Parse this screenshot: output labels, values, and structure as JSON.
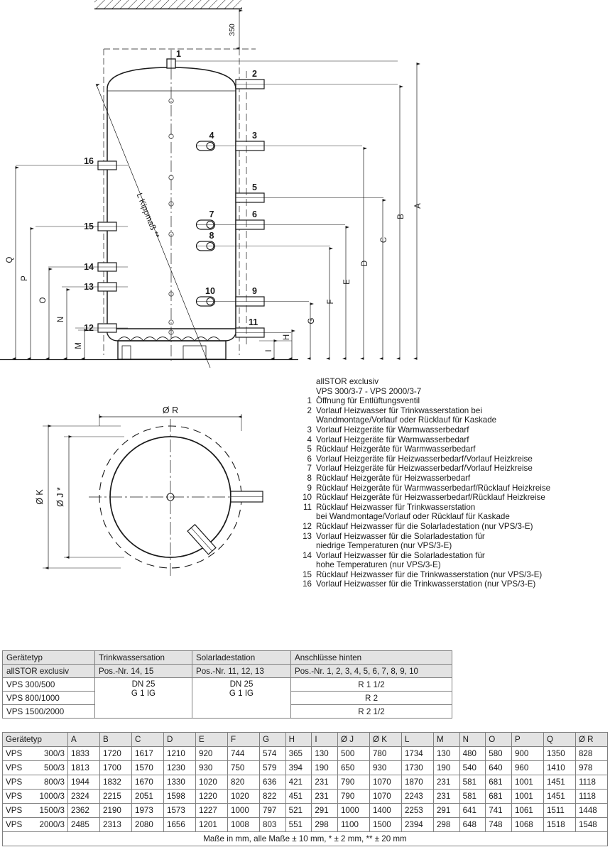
{
  "drawing": {
    "top_gap_label": "350",
    "tilt_label": "L Kippmaß **",
    "right_dims": [
      "A",
      "B",
      "C",
      "D",
      "E",
      "F",
      "G",
      "H",
      "I"
    ],
    "left_dims": [
      "Q",
      "P",
      "O",
      "N",
      "M"
    ],
    "port_numbers_left": [
      "16",
      "15",
      "14",
      "13",
      "12"
    ],
    "port_numbers_right": [
      "1",
      "2",
      "3",
      "4",
      "5",
      "6",
      "7",
      "8",
      "9",
      "10",
      "11"
    ],
    "top_view": {
      "diameter_r": "Ø R",
      "diameter_k": "Ø K",
      "diameter_j": "Ø J *"
    }
  },
  "legend": {
    "title1": "allSTOR exclusiv",
    "title2": "VPS 300/3-7 - VPS 2000/3-7",
    "items": [
      {
        "num": "1",
        "lines": [
          "Öffnung für Entlüftungsventil"
        ]
      },
      {
        "num": "2",
        "lines": [
          "Vorlauf Heizwasser für Trinkwasserstation bei",
          "Wandmontage/Vorlauf oder Rücklauf für Kaskade"
        ]
      },
      {
        "num": "3",
        "lines": [
          "Vorlauf Heizgeräte für Warmwasserbedarf"
        ]
      },
      {
        "num": "4",
        "lines": [
          "Vorlauf Heizgeräte für Warmwasserbedarf"
        ]
      },
      {
        "num": "5",
        "lines": [
          "Rücklauf Heizgeräte für Warmwasserbedarf"
        ]
      },
      {
        "num": "6",
        "lines": [
          "Vorlauf Heizgeräte für Heizwasserbedarf/Vorlauf Heizkreise"
        ]
      },
      {
        "num": "7",
        "lines": [
          "Vorlauf Heizgeräte für Heizwasserbedarf/Vorlauf Heizkreise"
        ]
      },
      {
        "num": "8",
        "lines": [
          "Rücklauf Heizgeräte für Heizwasserbedarf"
        ]
      },
      {
        "num": "9",
        "lines": [
          "Rücklauf Heizgeräte für Warmwasserbedarf/Rücklauf Heizkreise"
        ]
      },
      {
        "num": "10",
        "lines": [
          "Rücklauf Heizgeräte für Heizwasserbedarf/Rücklauf Heizkreise"
        ]
      },
      {
        "num": "11",
        "lines": [
          "Rücklauf Heizwasser für Trinkwasserstation",
          "bei Wandmontage/Vorlauf oder Rücklauf für Kaskade"
        ]
      },
      {
        "num": "12",
        "lines": [
          "Rücklauf Heizwasser für die Solarladestation (nur VPS/3-E)"
        ]
      },
      {
        "num": "13",
        "lines": [
          "Vorlauf Heizwasser für die Solarladestation für",
          "niedrige Temperaturen (nur VPS/3-E)"
        ]
      },
      {
        "num": "14",
        "lines": [
          "Vorlauf Heizwasser für die Solarladestation für",
          "hohe Temperaturen (nur VPS/3-E)"
        ]
      },
      {
        "num": "15",
        "lines": [
          "Rücklauf Heizwasser für die Trinkwasserstation (nur VPS/3-E)"
        ]
      },
      {
        "num": "16",
        "lines": [
          "Vorlauf Heizwasser für die Trinkwasserstation (nur VPS/3-E)"
        ]
      }
    ]
  },
  "connection_table": {
    "header_row1": [
      "Gerätetyp",
      "Trinkwassersation",
      "Solarladestation",
      "Anschlüsse hinten"
    ],
    "header_row2": [
      "allSTOR exclusiv",
      "Pos.-Nr. 14, 15",
      "Pos.-Nr. 11, 12, 13",
      "Pos.-Nr. 1, 2, 3, 4, 5, 6, 7, 8, 9, 10"
    ],
    "rows": [
      {
        "type": "VPS 300/500",
        "trink": "DN 25",
        "solar": "DN 25",
        "rear": "R 1 1/2"
      },
      {
        "type": "VPS 800/1000",
        "trink": "G 1 IG",
        "solar": "G 1 IG",
        "rear": "R 2"
      },
      {
        "type": "VPS 1500/2000",
        "trink": "",
        "solar": "",
        "rear": "R 2 1/2"
      }
    ]
  },
  "dimension_table": {
    "headers": [
      "Gerätetyp",
      "A",
      "B",
      "C",
      "D",
      "E",
      "F",
      "G",
      "H",
      "I",
      "Ø J",
      "Ø K",
      "L",
      "M",
      "N",
      "O",
      "P",
      "Q",
      "Ø R"
    ],
    "rows": [
      {
        "type_prefix": "VPS",
        "type_suffix": "300/3",
        "values": [
          "1833",
          "1720",
          "1617",
          "1210",
          "920",
          "744",
          "574",
          "365",
          "130",
          "500",
          "780",
          "1734",
          "130",
          "480",
          "580",
          "900",
          "1350",
          "828"
        ]
      },
      {
        "type_prefix": "VPS",
        "type_suffix": "500/3",
        "values": [
          "1813",
          "1700",
          "1570",
          "1230",
          "930",
          "750",
          "579",
          "394",
          "190",
          "650",
          "930",
          "1730",
          "190",
          "540",
          "640",
          "960",
          "1410",
          "978"
        ]
      },
      {
        "type_prefix": "VPS",
        "type_suffix": "800/3",
        "values": [
          "1944",
          "1832",
          "1670",
          "1330",
          "1020",
          "820",
          "636",
          "421",
          "231",
          "790",
          "1070",
          "1870",
          "231",
          "581",
          "681",
          "1001",
          "1451",
          "1118"
        ]
      },
      {
        "type_prefix": "VPS",
        "type_suffix": "1000/3",
        "values": [
          "2324",
          "2215",
          "2051",
          "1598",
          "1220",
          "1020",
          "822",
          "451",
          "231",
          "790",
          "1070",
          "2243",
          "231",
          "581",
          "681",
          "1001",
          "1451",
          "1118"
        ]
      },
      {
        "type_prefix": "VPS",
        "type_suffix": "1500/3",
        "values": [
          "2362",
          "2190",
          "1973",
          "1573",
          "1227",
          "1000",
          "797",
          "521",
          "291",
          "1000",
          "1400",
          "2253",
          "291",
          "641",
          "741",
          "1061",
          "1511",
          "1448"
        ]
      },
      {
        "type_prefix": "VPS",
        "type_suffix": "2000/3",
        "values": [
          "2485",
          "2313",
          "2080",
          "1656",
          "1201",
          "1008",
          "803",
          "551",
          "298",
          "1100",
          "1500",
          "2394",
          "298",
          "648",
          "748",
          "1068",
          "1518",
          "1548"
        ]
      }
    ],
    "footnote": "Maße in mm,  alle Maße ± 10 mm, * ± 2 mm, ** ± 20 mm"
  }
}
